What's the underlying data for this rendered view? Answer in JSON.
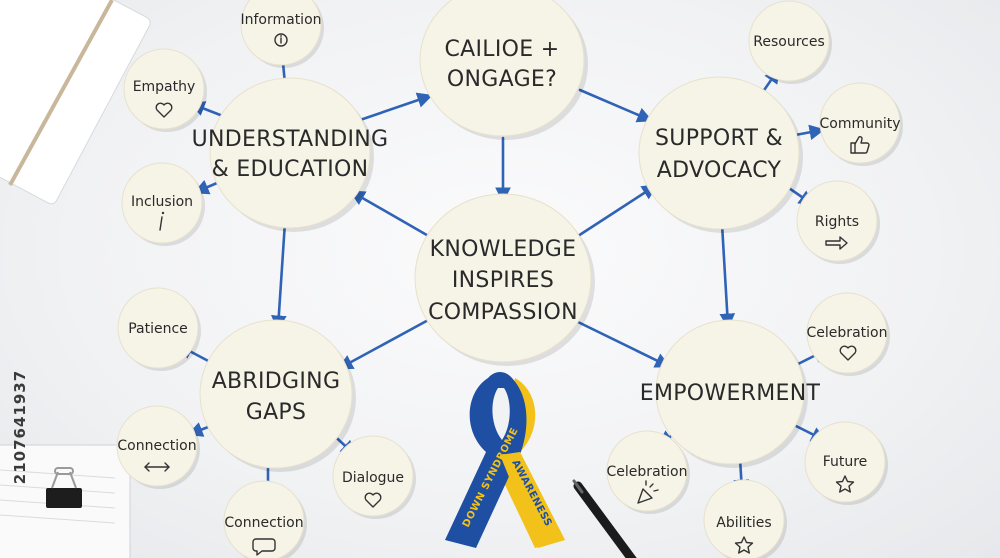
{
  "center": {
    "lines": [
      "KNOWLEDGE",
      "INSPIRES",
      "COMPASSION"
    ]
  },
  "top": {
    "lines": [
      "CAILIOE +",
      "ONGAGE?"
    ]
  },
  "understanding": {
    "lines": [
      "UNDERSTANDING",
      "& EDUCATION"
    ]
  },
  "support": {
    "lines": [
      "SUPPORT &",
      "ADVOCACY"
    ]
  },
  "bridging": {
    "lines": [
      "ABRIDGING",
      "GAPS"
    ]
  },
  "empowerment": {
    "lines": [
      "EMPOWERMENT"
    ]
  },
  "satellites": {
    "information": {
      "label": "Information",
      "icon": "info-icon"
    },
    "empathy": {
      "label": "Empathy",
      "icon": "heart-icon"
    },
    "inclusion": {
      "label": "Inclusion",
      "icon": "info-icon"
    },
    "patience": {
      "label": "Patience",
      "icon": ""
    },
    "connection_left": {
      "label": "Connection",
      "icon": "double-arrow-icon"
    },
    "connection_bottom": {
      "label": "Connection",
      "icon": "speech-bubble-icon"
    },
    "dialogue": {
      "label": "Dialogue",
      "icon": "heart-icon"
    },
    "resources": {
      "label": "Resources",
      "icon": ""
    },
    "community": {
      "label": "Community",
      "icon": "thumbs-up-icon"
    },
    "rights": {
      "label": "Rights",
      "icon": "right-arrow-icon"
    },
    "celebration_right": {
      "label": "Celebration",
      "icon": "heart-icon"
    },
    "future": {
      "label": "Future",
      "icon": "star-icon"
    },
    "abilities": {
      "label": "Abilities",
      "icon": "star-icon"
    },
    "celebration_bottom": {
      "label": "Celebration",
      "icon": "party-popper-icon"
    }
  },
  "ribbon": {
    "line1": "DOWN SYNDROME",
    "line2": "AWARENESS",
    "colors": [
      "#1f4fa3",
      "#f2c21a"
    ]
  },
  "watermark": {
    "id": "2107641937"
  },
  "colors": {
    "string": "#2f63b6",
    "disc": "#f6f3e7",
    "text": "#2a2a2a"
  }
}
